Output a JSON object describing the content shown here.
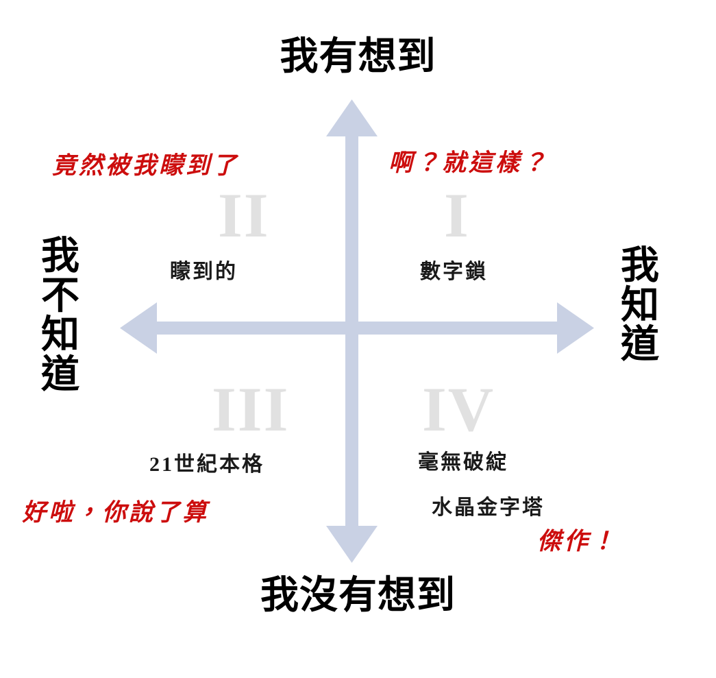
{
  "diagram": {
    "type": "quadrant-matrix",
    "background_color": "#ffffff",
    "axis_color": "#c9d1e4",
    "numeral_color": "#e1e1e1",
    "label_color": "#000000",
    "remark_color": "#cc0d0d"
  },
  "axes": {
    "vertical": {
      "top_label": "我有想到",
      "bottom_label": "我沒有想到"
    },
    "horizontal": {
      "left_label": "我不知道",
      "right_label": "我知道"
    }
  },
  "quadrants": [
    {
      "numeral": "I",
      "position": "top-right",
      "item": "數字鎖",
      "remark": "啊？就這樣？"
    },
    {
      "numeral": "II",
      "position": "top-left",
      "item": "矇到的",
      "remark": "竟然被我矇到了"
    },
    {
      "numeral": "III",
      "position": "bottom-left",
      "item": "21世紀本格",
      "remark": "好啦，你說了算"
    },
    {
      "numeral": "IV",
      "position": "bottom-right",
      "item_line_1": "毫無破綻",
      "item_line_2": "水晶金字塔",
      "remark": "傑作！"
    }
  ],
  "icons": {
    "vertical_arrow": "double-headed-vertical-arrow-icon",
    "horizontal_arrow": "double-headed-horizontal-arrow-icon"
  }
}
